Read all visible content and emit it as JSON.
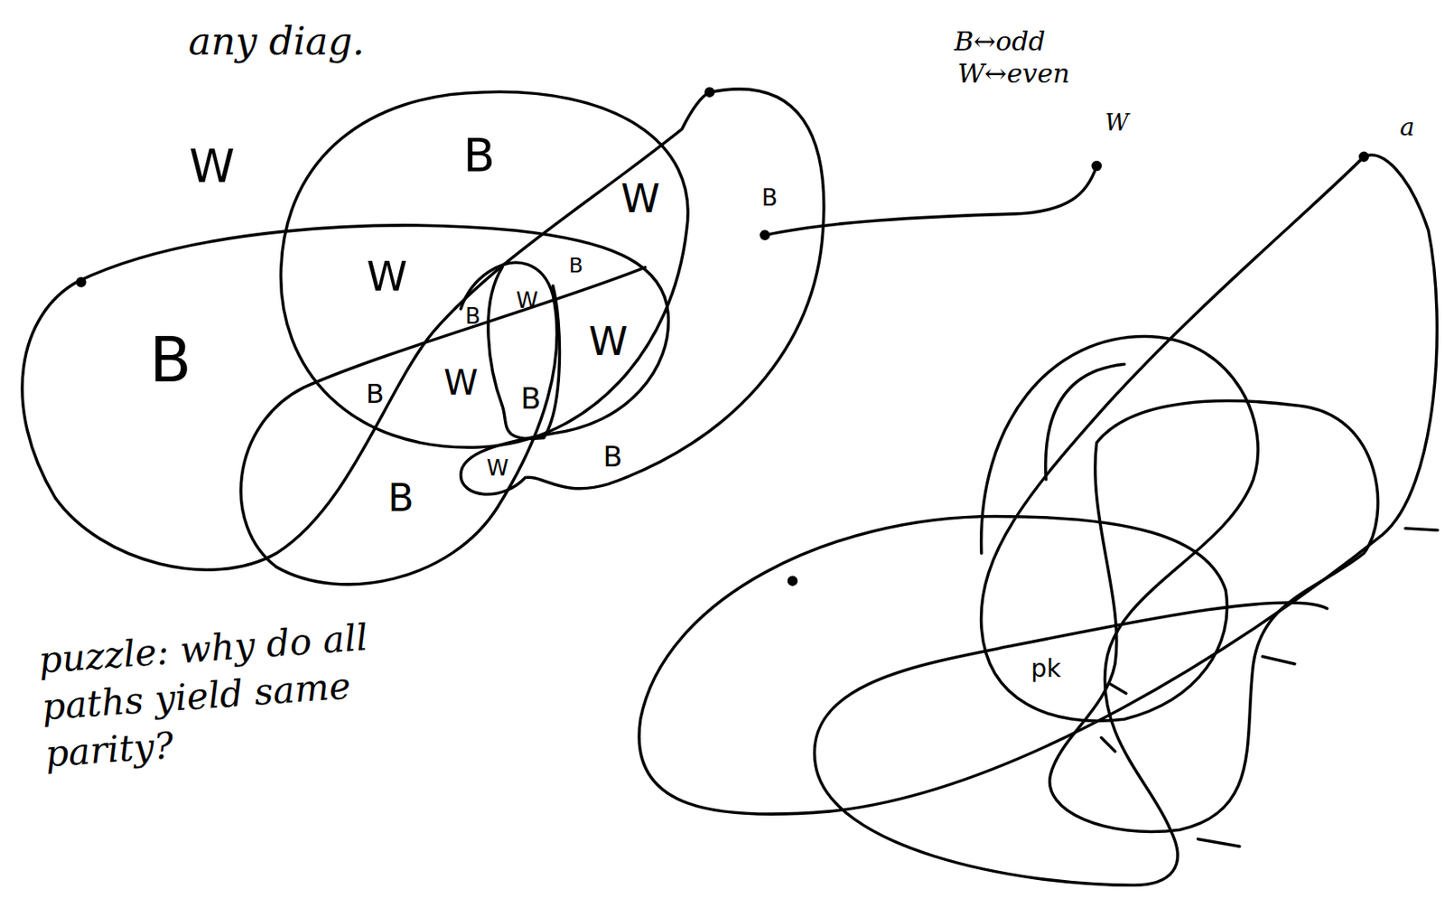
{
  "diagram": {
    "labels": [
      "any diag.",
      "B↔odd",
      "W↔even",
      "W",
      "a",
      "W",
      "B",
      "W",
      "B",
      "W",
      "B",
      "B",
      "W",
      "B",
      "W",
      "B",
      "W",
      "B",
      "W",
      "B",
      "B",
      "pk",
      "puzzle: why do all paths yield same parity?"
    ]
  }
}
